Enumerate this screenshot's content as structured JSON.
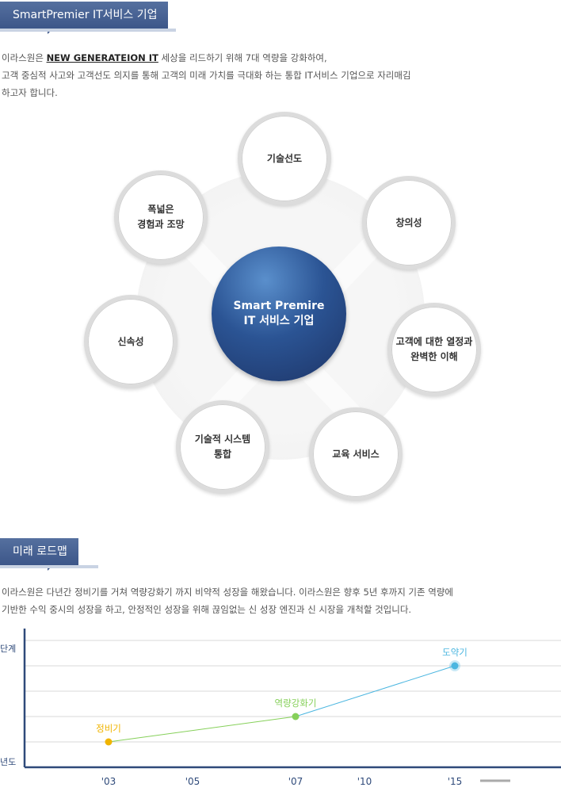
{
  "section1": {
    "title": "SmartPremier IT서비스 기업",
    "intro_prefix": "이라스원은 ",
    "intro_highlight": "NEW GENERATEION IT",
    "intro_suffix": " 세상을 리드하기 위해 7대 역량을 강화하여,",
    "intro_line2": "고객 중심적 사고와 고객선도 의지를 통해 고객의 미래 가치를 극대화 하는 통합 IT서비스 기업으로 자리매김",
    "intro_line3": "하고자 합니다."
  },
  "diagram": {
    "center": "Smart Premire\nIT 서비스 기업",
    "nodes": {
      "tech_lead": "기술선도",
      "creativity": "창의성",
      "customer": "고객에 대한 열정과\n완벽한 이해",
      "education": "교육 서비스",
      "integration": "기술적 시스템\n통합",
      "speed": "신속성",
      "experience": "폭넓은\n경험과 조망"
    }
  },
  "section2": {
    "title": "미래 로드맵",
    "desc_line1": "이라스원은 다년간 정비기를 거쳐 역량강화기 까지 비약적 성장을 해왔습니다.  이라스원은 향후 5년 후까지 기존 역량에",
    "desc_line2": "기반한 수익 중시의 성장을 하고, 안정적인 성장을 위해 끊임없는 신 성장 엔진과 신 시장을 개척할 것입니다."
  },
  "chart_data": {
    "type": "line",
    "ylabel_top": "단계",
    "ylabel_bottom": "년도",
    "x_ticks": [
      "'03",
      "'05",
      "'07",
      "'10",
      "'15"
    ],
    "points": [
      {
        "x": "'03",
        "level": 1,
        "label": "정비기",
        "color": "#f0b400"
      },
      {
        "x": "'07",
        "level": 2,
        "label": "역량강화기",
        "color": "#86d05a"
      },
      {
        "x": "'15",
        "level": 4,
        "label": "도약기",
        "color": "#4bb6e0"
      }
    ],
    "ylim": [
      0,
      5
    ],
    "grid": true
  }
}
